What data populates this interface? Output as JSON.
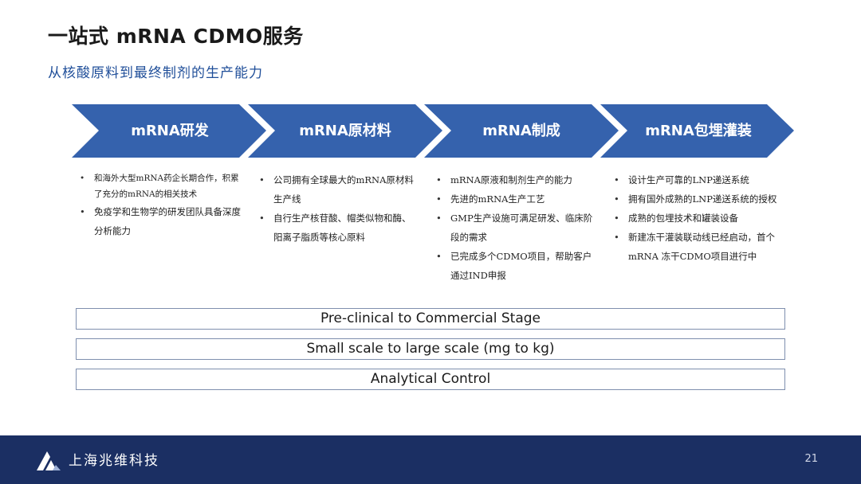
{
  "slide": {
    "title": "一站式 mRNA CDMO服务",
    "subtitle": "从核酸原料到最终制剂的生产能力",
    "stages": [
      {
        "label": "mRNA研发"
      },
      {
        "label": "mRNA原材料"
      },
      {
        "label": "mRNA制成"
      },
      {
        "label": "mRNA包埋灌装"
      }
    ],
    "columns": [
      {
        "items": [
          "和海外大型mRNA药企长期合作，积累了充分的mRNA的相关技术",
          "免疫学和生物学的研发团队具备深度分析能力"
        ]
      },
      {
        "items": [
          "公司拥有全球最大的mRNA原材料生产线",
          "自行生产核苷酸、帽类似物和酶、阳离子脂质等核心原料"
        ]
      },
      {
        "items": [
          "mRNA原液和制剂生产的能力",
          "先进的mRNA生产工艺",
          "GMP生产设施可满足研发、临床阶段的需求",
          "已完成多个CDMO项目，帮助客户通过IND申报"
        ]
      },
      {
        "items": [
          "设计生产可靠的LNP递送系统",
          "拥有国外成熟的LNP递送系统的授权",
          "成熟的包埋技术和罐装设备",
          "新建冻干灌装联动线已经启动，首个mRNA 冻干CDMO项目进行中"
        ]
      }
    ],
    "bars": [
      {
        "label": "Pre-clinical to Commercial Stage"
      },
      {
        "label": "Small scale to large scale (mg to kg)"
      },
      {
        "label": "Analytical Control"
      }
    ],
    "colors": {
      "chevron": "#3562ad",
      "footer": "#1b2f63",
      "subtitle": "#1f4e99"
    }
  },
  "footer": {
    "company": "上海兆维科技",
    "logo_icon": "mountain-logo-icon",
    "page_number": "21"
  }
}
